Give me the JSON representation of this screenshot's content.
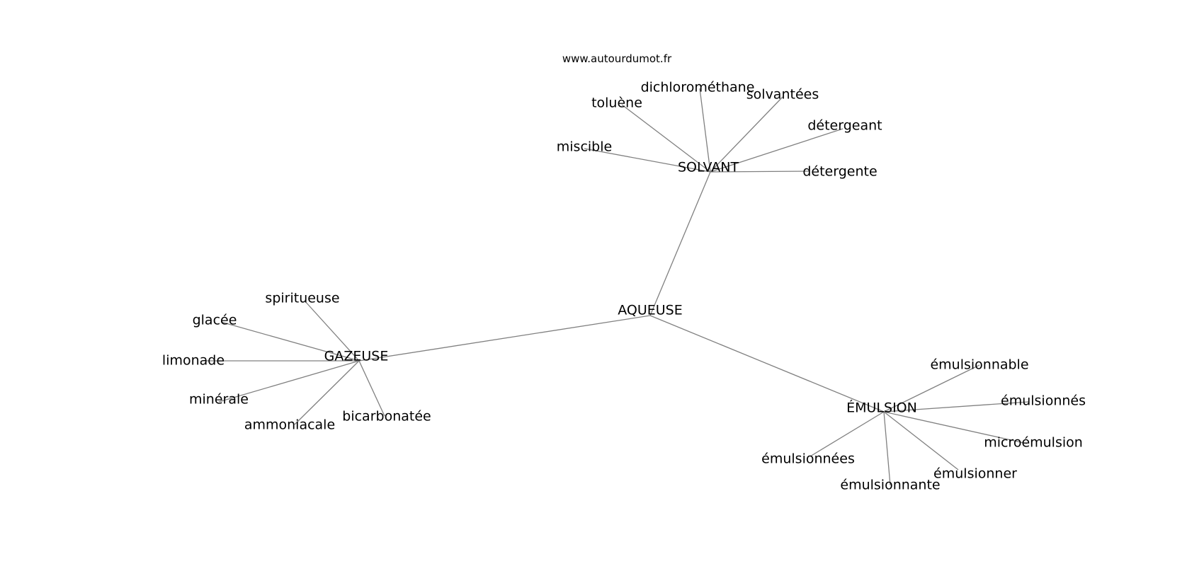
{
  "watermark": "www.autourdumot.fr",
  "colors": {
    "edge": "#808080",
    "text": "#000000",
    "background": "#ffffff"
  },
  "graph": {
    "nodes": [
      {
        "id": "aqueuse",
        "label": "AQUEUSE"
      },
      {
        "id": "solvant",
        "label": "SOLVANT"
      },
      {
        "id": "gazeuse",
        "label": "GAZEUSE"
      },
      {
        "id": "emulsion",
        "label": "ÉMULSION"
      },
      {
        "id": "toluene",
        "label": "toluène"
      },
      {
        "id": "dichloromethane",
        "label": "dichlorométhane"
      },
      {
        "id": "solvantees",
        "label": "solvantées"
      },
      {
        "id": "detergeant",
        "label": "détergeant"
      },
      {
        "id": "miscible",
        "label": "miscible"
      },
      {
        "id": "detergente",
        "label": "détergente"
      },
      {
        "id": "spiritueuse",
        "label": "spiritueuse"
      },
      {
        "id": "glacee",
        "label": "glacée"
      },
      {
        "id": "limonade",
        "label": "limonade"
      },
      {
        "id": "minerale",
        "label": "minérale"
      },
      {
        "id": "ammoniacale",
        "label": "ammoniacale"
      },
      {
        "id": "bicarbonatee",
        "label": "bicarbonatée"
      },
      {
        "id": "emulsionnable",
        "label": "émulsionnable"
      },
      {
        "id": "emulsionnes",
        "label": "émulsionnés"
      },
      {
        "id": "microemulsion",
        "label": "microémulsion"
      },
      {
        "id": "emulsionner",
        "label": "émulsionner"
      },
      {
        "id": "emulsionnante",
        "label": "émulsionnante"
      },
      {
        "id": "emulsionnees",
        "label": "émulsionnées"
      }
    ],
    "edges": [
      [
        "aqueuse",
        "solvant"
      ],
      [
        "aqueuse",
        "gazeuse"
      ],
      [
        "aqueuse",
        "emulsion"
      ],
      [
        "solvant",
        "toluene"
      ],
      [
        "solvant",
        "dichloromethane"
      ],
      [
        "solvant",
        "solvantees"
      ],
      [
        "solvant",
        "detergeant"
      ],
      [
        "solvant",
        "miscible"
      ],
      [
        "solvant",
        "detergente"
      ],
      [
        "gazeuse",
        "spiritueuse"
      ],
      [
        "gazeuse",
        "glacee"
      ],
      [
        "gazeuse",
        "limonade"
      ],
      [
        "gazeuse",
        "minerale"
      ],
      [
        "gazeuse",
        "ammoniacale"
      ],
      [
        "gazeuse",
        "bicarbonatee"
      ],
      [
        "emulsion",
        "emulsionnable"
      ],
      [
        "emulsion",
        "emulsionnes"
      ],
      [
        "emulsion",
        "microemulsion"
      ],
      [
        "emulsion",
        "emulsionner"
      ],
      [
        "emulsion",
        "emulsionnante"
      ],
      [
        "emulsion",
        "emulsionnees"
      ]
    ]
  }
}
